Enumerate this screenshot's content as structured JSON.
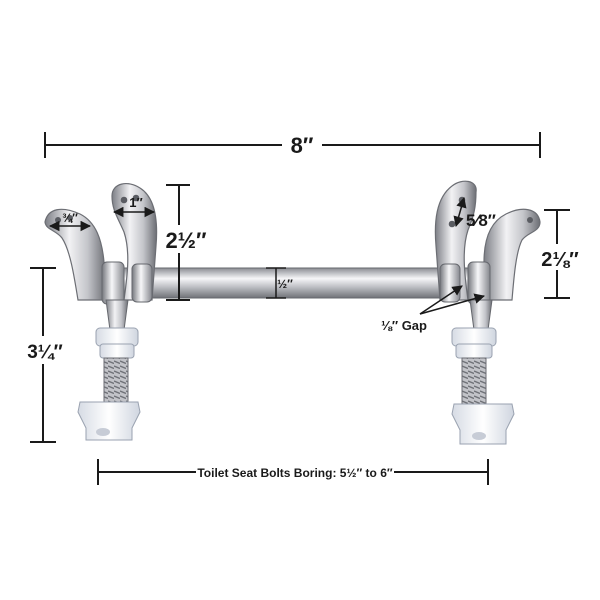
{
  "dimensions": {
    "overall_width": "8″",
    "handle_opening_small": "¾″",
    "handle_opening_large": "1″",
    "hinge_height_left": "2½″",
    "rod_diameter": "½″",
    "hole_spacing": "5⁄8″",
    "hinge_height_right": "2⅛″",
    "bolt_length": "3¼″",
    "gap": "⅛″ Gap",
    "boring": "Toilet Seat Bolts Boring: 5½″ to 6″"
  },
  "colors": {
    "metal_light": "#f4f4f6",
    "metal_mid": "#c9cacf",
    "metal_dark": "#7d7f86",
    "nylon": "#eef1f6",
    "dimension_line": "#1a1a1a"
  }
}
